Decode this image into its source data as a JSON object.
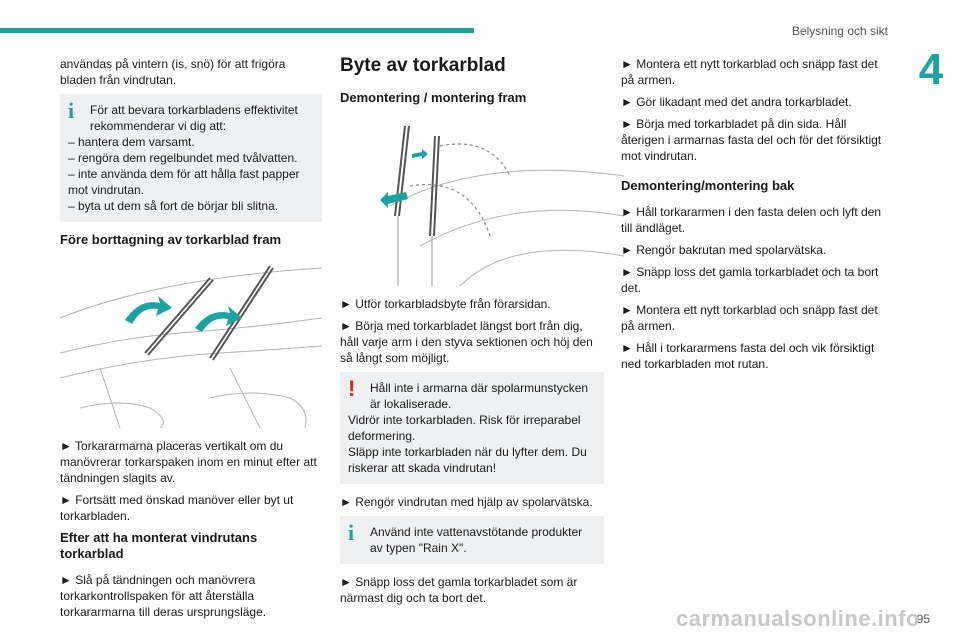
{
  "header": {
    "section_title": "Belysning och sikt",
    "chapter": "4"
  },
  "col1": {
    "intro": "användas på vintern (is, snö) för att frigöra bladen från vindrutan.",
    "note": {
      "first": "För att bevara torkarbladens effektivitet rekommenderar vi dig att:",
      "items": [
        "– hantera dem varsamt.",
        "– rengöra dem regelbundet med tvålvatten.",
        "– inte använda dem för att hålla fast papper mot vindrutan.",
        "– byta ut dem så fort de börjar bli slitna."
      ]
    },
    "heading1": "Före borttagning av torkarblad fram",
    "p1": "► Torkararmarna placeras vertikalt om du manövrerar torkarspaken inom en minut efter att tändningen slagits av.",
    "p2": "► Fortsätt med önskad manöver eller byt ut torkarbladen.",
    "heading2": "Efter att ha monterat vindrutans torkarblad",
    "p3": "► Slå på tändningen och manövrera torkarkontrollspaken för att återställa torkararmarna till deras ursprungsläge."
  },
  "col2": {
    "title": "Byte av torkarblad",
    "subtitle": "Demontering / montering fram",
    "p1": "► Utför torkarbladsbyte från förarsidan.",
    "p2": "► Börja med torkarbladet längst bort från dig, håll varje arm i den styva sektionen och höj den så långt som möjligt.",
    "warn": {
      "first": "Håll inte i armarna där spolarmunstycken är lokaliserade.",
      "l2": "Vidrör inte torkarbladen. Risk för irreparabel deformering.",
      "l3": "Släpp inte torkarbladen när du lyfter dem. Du riskerar att skada vindrutan!"
    },
    "p3": "► Rengör vindrutan med hjälp av spolarvätska.",
    "info": {
      "first": "Använd inte vattenavstötande produkter av typen \"Rain X\"."
    },
    "p4": "► Snäpp loss det gamla torkarbladet som är närmast dig och ta bort det."
  },
  "col3": {
    "p1": "► Montera ett nytt torkarblad och snäpp fast det på armen.",
    "p2": "► Gör likadant med det andra torkarbladet.",
    "p3": "► Börja med torkarbladet på din sida. Håll återigen i armarnas fasta del och för det försiktigt mot vindrutan.",
    "subtitle": "Demontering/montering bak",
    "p4": "► Håll torkararmen i den fasta delen och lyft den till ändläget.",
    "p5": "► Rengör bakrutan med spolarvätska.",
    "p6": "► Snäpp loss det gamla torkarbladet och ta bort det.",
    "p7": "► Montera ett nytt torkarblad och snäpp fast det på armen.",
    "p8": "► Håll i torkararmens fasta del och vik försiktigt ned torkarbladen mot rutan."
  },
  "footer": {
    "page": "95",
    "watermark": "carmanualsonline.info"
  },
  "colors": {
    "accent": "#1aa3a3",
    "warning": "#e0231a",
    "note_bg": "#eef0f2"
  }
}
